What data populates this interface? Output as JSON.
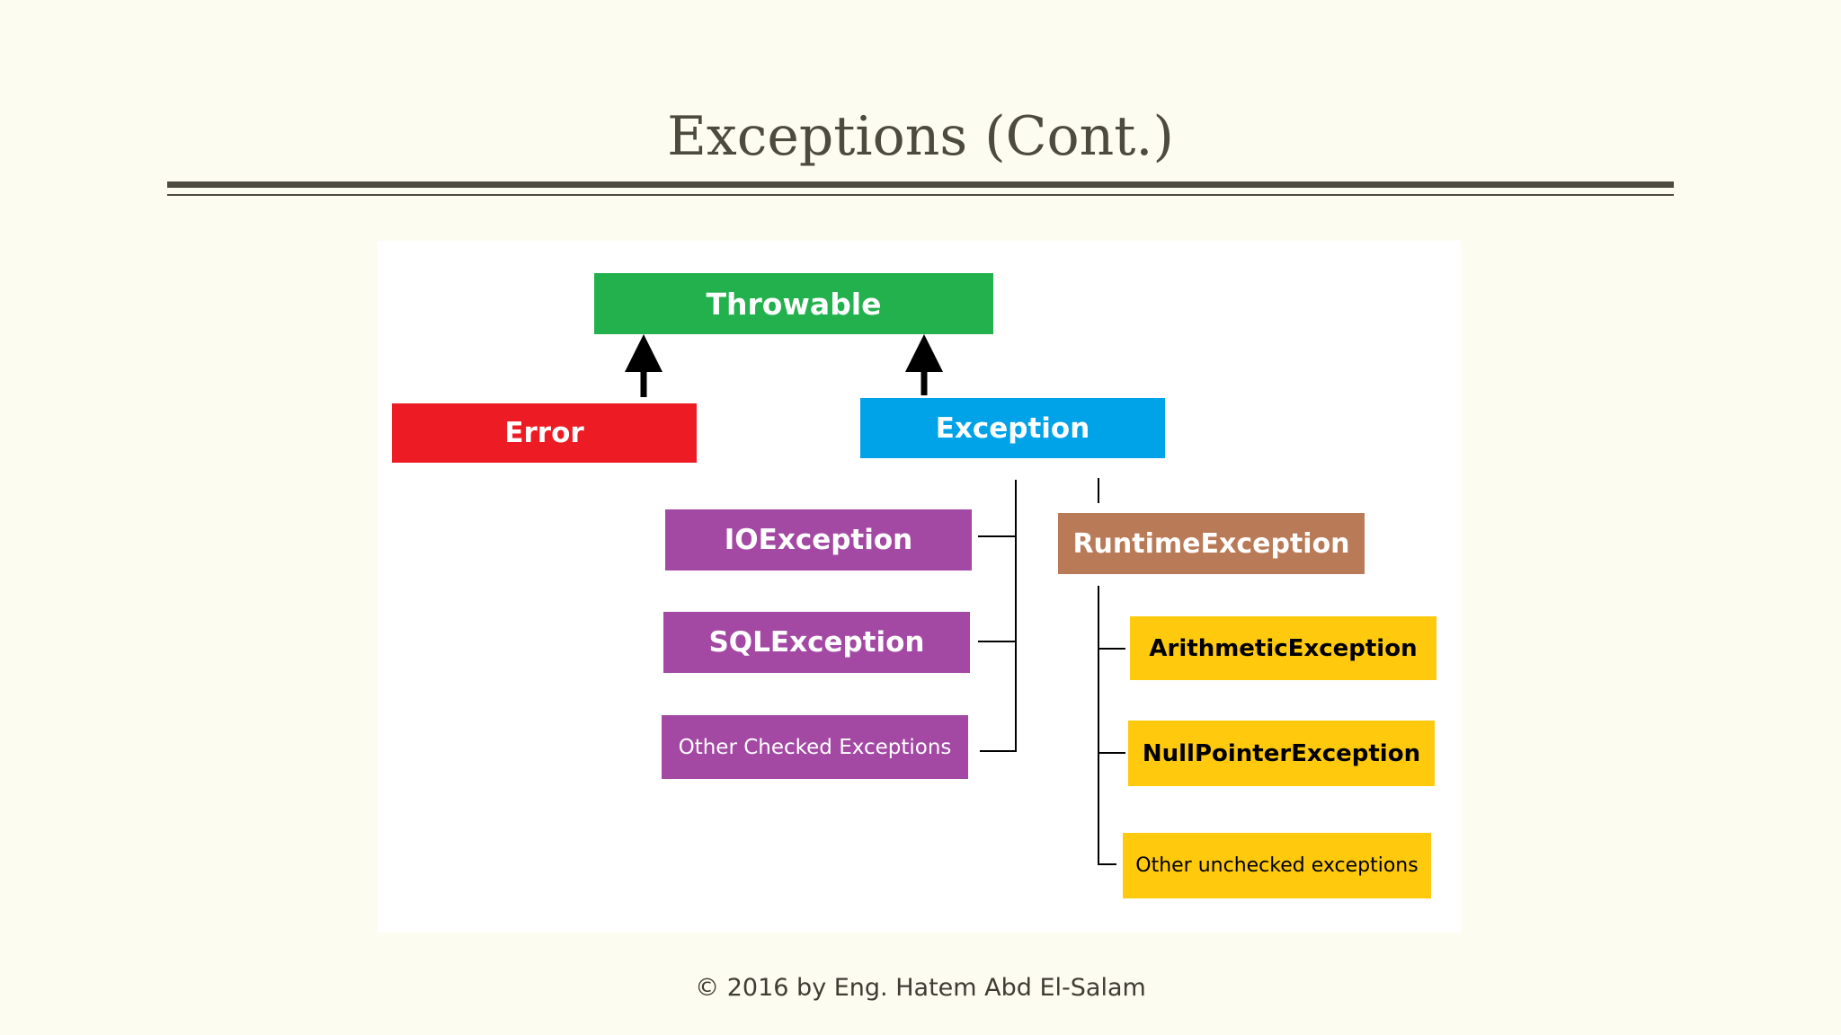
{
  "slide": {
    "title": "Exceptions (Cont.)",
    "footer": "©  2016 by Eng.  Hatem Abd El-Salam"
  },
  "diagram": {
    "nodes": {
      "throwable": {
        "label": "Throwable",
        "color": "#22b14c"
      },
      "error": {
        "label": "Error",
        "color": "#ed1c24"
      },
      "exception": {
        "label": "Exception",
        "color": "#00a2e8"
      },
      "io_exception": {
        "label": "IOException",
        "color": "#a349a4"
      },
      "sql_exception": {
        "label": "SQLException",
        "color": "#a349a4"
      },
      "other_checked": {
        "label": "Other Checked Exceptions",
        "color": "#a349a4"
      },
      "runtime_exception": {
        "label": "RuntimeException",
        "color": "#b97a57"
      },
      "arithmetic_exception": {
        "label": "ArithmeticException",
        "color": "#ffc90e"
      },
      "null_pointer_exception": {
        "label": "NullPointerException",
        "color": "#ffc90e"
      },
      "other_unchecked": {
        "label": "Other unchecked exceptions",
        "color": "#ffc90e"
      }
    },
    "edges": [
      {
        "from": "error",
        "to": "throwable",
        "arrow": true
      },
      {
        "from": "exception",
        "to": "throwable",
        "arrow": true
      },
      {
        "from": "io_exception",
        "to": "exception",
        "arrow": false
      },
      {
        "from": "sql_exception",
        "to": "exception",
        "arrow": false
      },
      {
        "from": "other_checked",
        "to": "exception",
        "arrow": false
      },
      {
        "from": "runtime_exception",
        "to": "exception",
        "arrow": false
      },
      {
        "from": "arithmetic_exception",
        "to": "runtime_exception",
        "arrow": false
      },
      {
        "from": "null_pointer_exception",
        "to": "runtime_exception",
        "arrow": false
      },
      {
        "from": "other_unchecked",
        "to": "runtime_exception",
        "arrow": false
      }
    ]
  }
}
